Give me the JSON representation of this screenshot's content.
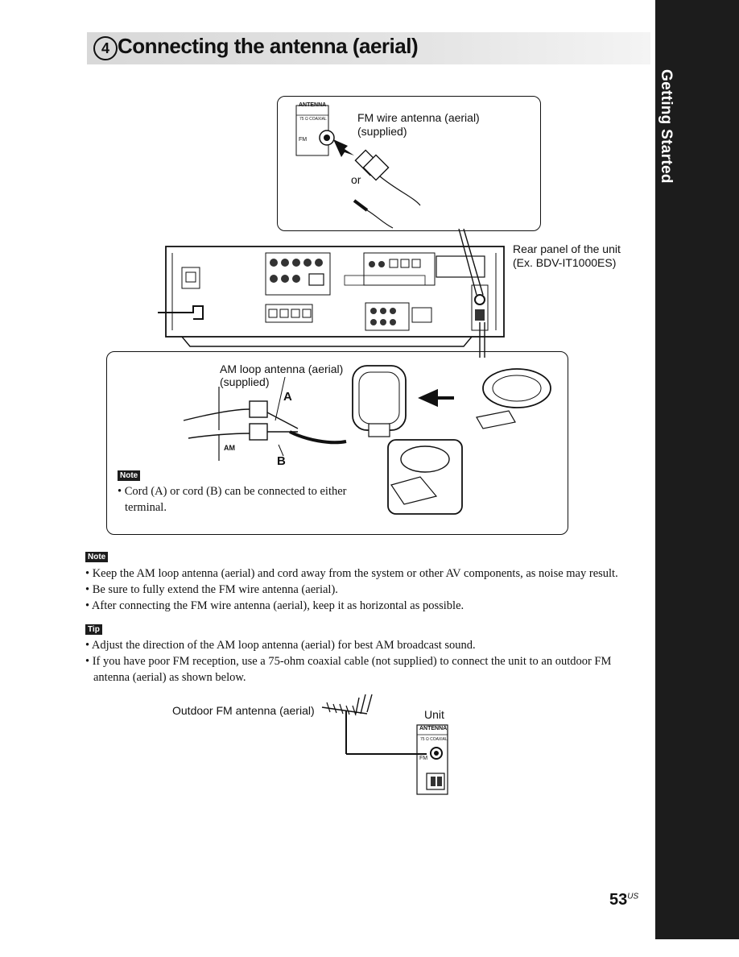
{
  "side_tab": {
    "label": "Getting Started"
  },
  "heading": {
    "number": "4",
    "title": "Connecting the antenna (aerial)"
  },
  "fm_diagram": {
    "panel_label": "ANTENNA",
    "coaxial_label": "75 Ω COAXIAL",
    "fm_label": "FM",
    "caption_line1": "FM wire antenna (aerial)",
    "caption_line2": "(supplied)",
    "or_label": "or"
  },
  "rear_panel": {
    "caption_line1": "Rear panel of the unit",
    "caption_line2": "(Ex. BDV-IT1000ES)"
  },
  "am_diagram": {
    "caption_line1": "AM loop antenna (aerial)",
    "caption_line2": "(supplied)",
    "label_a": "A",
    "label_b": "B",
    "am_label": "AM",
    "note_badge": "Note",
    "note_line1": "• Cord (A) or cord (B) can be connected to either",
    "note_line2": "terminal."
  },
  "notes": {
    "badge": "Note",
    "items": [
      "• Keep the AM loop antenna (aerial) and cord away from the system or other AV components, as noise may result.",
      "• Be sure to fully extend the FM wire antenna (aerial).",
      "• After connecting the FM wire antenna (aerial), keep it as horizontal as possible."
    ]
  },
  "tips": {
    "badge": "Tip",
    "items": [
      "• Adjust the direction of the AM loop antenna (aerial) for best AM broadcast sound.",
      "• If you have poor FM reception, use a 75-ohm coaxial cable (not supplied) to connect the unit to an outdoor FM",
      "antenna (aerial) as shown below."
    ]
  },
  "outdoor_diagram": {
    "outdoor_label": "Outdoor FM antenna (aerial)",
    "unit_label": "Unit",
    "panel_label": "ANTENNA",
    "coaxial_label": "75 Ω COAXIAL",
    "fm_label": "FM"
  },
  "page": {
    "number": "53",
    "suffix": "US"
  }
}
